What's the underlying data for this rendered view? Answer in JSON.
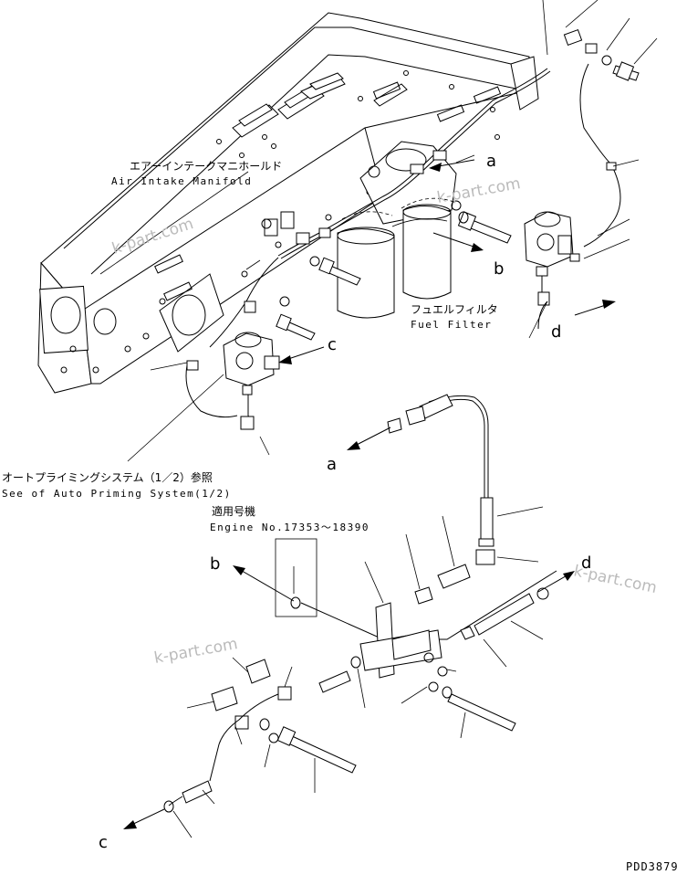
{
  "labels": {
    "air_intake_jp": "エアーインテークマニホールド",
    "air_intake_en": "Air Intake Manifold",
    "fuel_filter_jp": "フュエルフィルタ",
    "fuel_filter_en": "Fuel Filter",
    "auto_priming_jp": "オートプライミングシステム（1／2）参照",
    "auto_priming_en": "See of Auto Priming System(1/2)",
    "applicable_jp": "適用号機",
    "engine_no": "Engine No.17353〜18390"
  },
  "callouts": {
    "a_upper": "a",
    "b_upper": "b",
    "c_upper": "c",
    "d_upper": "d",
    "a_lower": "a",
    "b_lower": "b",
    "c_lower": "c",
    "d_lower": "d"
  },
  "watermarks": [
    "k-part.com",
    "k-part.com",
    "k-part.com",
    "k-part.com"
  ],
  "drawing_code": "PDD3879"
}
